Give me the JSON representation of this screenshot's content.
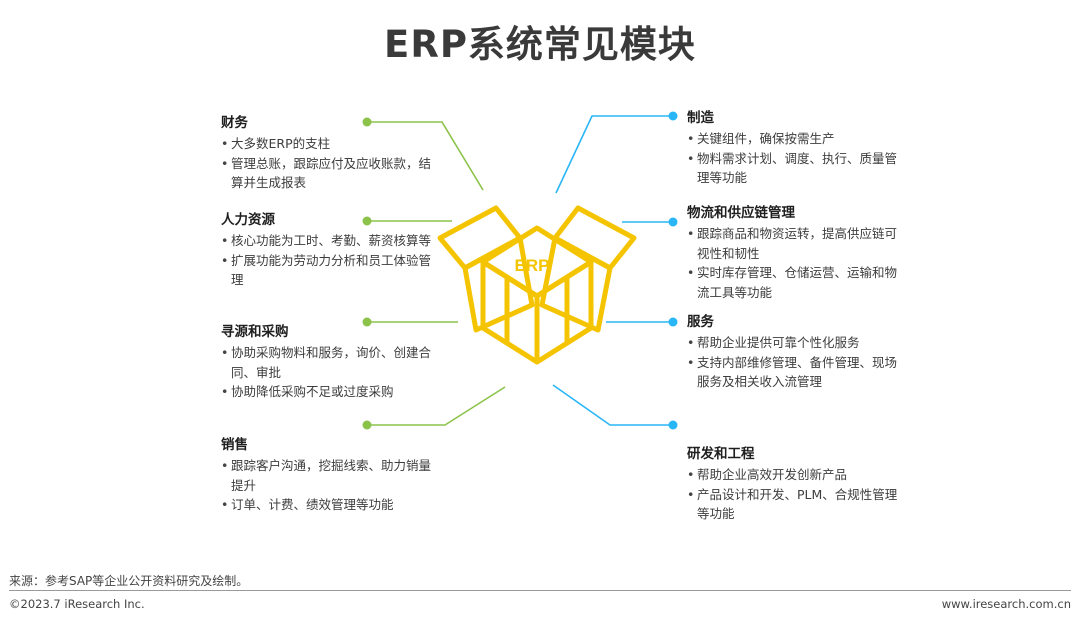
{
  "title": "ERP系统常见模块",
  "center_label": "ERP",
  "colors": {
    "left_accent": "#8bc34a",
    "right_accent": "#29b6f6",
    "box": "#f5c400"
  },
  "left_modules": [
    {
      "title": "财务",
      "bullets": [
        "大多数ERP的支柱",
        "管理总账，跟踪应付及应收账款，结算并生成报表"
      ]
    },
    {
      "title": "人力资源",
      "bullets": [
        "核心功能为工时、考勤、薪资核算等",
        "扩展功能为劳动力分析和员工体验管理"
      ]
    },
    {
      "title": "寻源和采购",
      "bullets": [
        "协助采购物料和服务，询价、创建合同、审批",
        "协助降低采购不足或过度采购"
      ]
    },
    {
      "title": "销售",
      "bullets": [
        "跟踪客户沟通，挖掘线索、助力销量提升",
        "订单、计费、绩效管理等功能"
      ]
    }
  ],
  "right_modules": [
    {
      "title": "制造",
      "bullets": [
        "关键组件，确保按需生产",
        "物料需求计划、调度、执行、质量管理等功能"
      ]
    },
    {
      "title": "物流和供应链管理",
      "bullets": [
        "跟踪商品和物资运转，提高供应链可视性和韧性",
        "实时库存管理、仓储运营、运输和物流工具等功能"
      ]
    },
    {
      "title": "服务",
      "bullets": [
        "帮助企业提供可靠个性化服务",
        "支持内部维修管理、备件管理、现场服务及相关收入流管理"
      ]
    },
    {
      "title": "研发和工程",
      "bullets": [
        "帮助企业高效开发创新产品",
        "产品设计和开发、PLM、合规性管理等功能"
      ]
    }
  ],
  "footer": {
    "source": "来源：参考SAP等企业公开资料研究及绘制。",
    "copyright": "©2023.7 iResearch Inc.",
    "website": "www.iresearch.com.cn"
  }
}
